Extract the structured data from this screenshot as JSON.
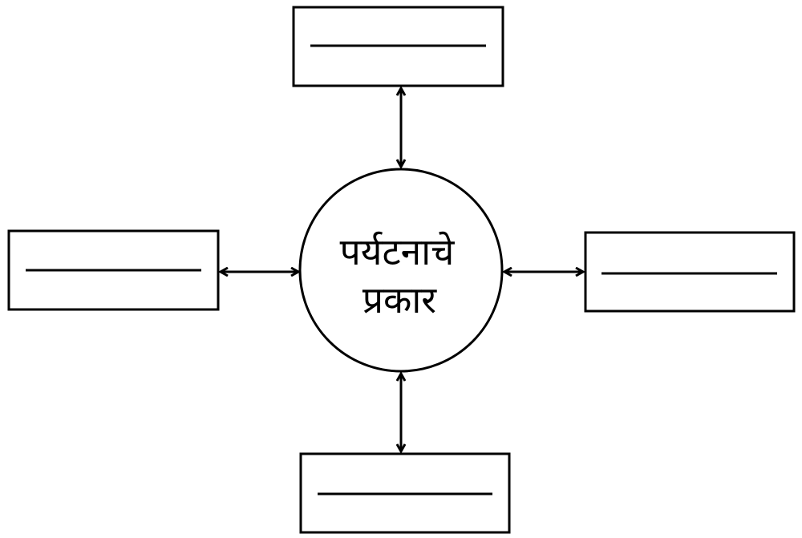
{
  "center": {
    "line1": "पर्यटनाचे",
    "line2": "प्रकार"
  },
  "boxes": [
    {
      "position": "top",
      "text": ""
    },
    {
      "position": "left",
      "text": ""
    },
    {
      "position": "right",
      "text": ""
    },
    {
      "position": "bottom",
      "text": ""
    }
  ],
  "colors": {
    "stroke": "#000000",
    "background": "#ffffff"
  }
}
